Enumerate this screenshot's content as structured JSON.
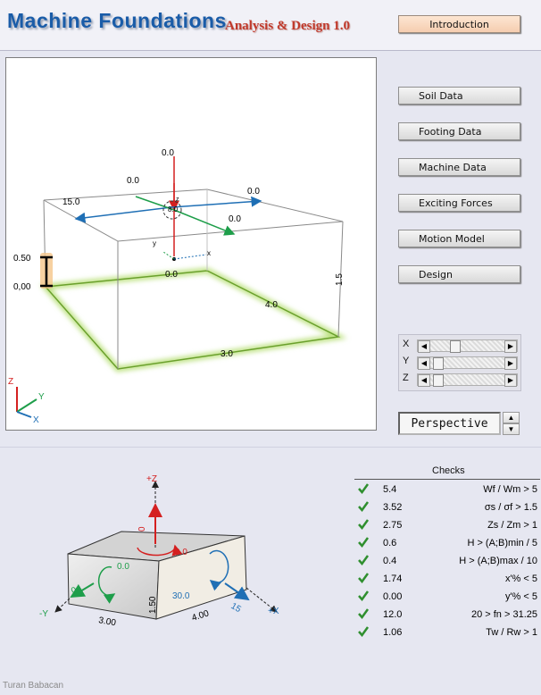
{
  "header": {
    "title": "Machine Foundations",
    "subtitle": "Analysis & Design 1.0",
    "intro_button": "Introduction"
  },
  "menu": [
    {
      "label": "Soil Data"
    },
    {
      "label": "Footing Data"
    },
    {
      "label": "Machine Data"
    },
    {
      "label": "Exciting Forces"
    },
    {
      "label": "Motion Model"
    },
    {
      "label": "Design"
    }
  ],
  "viewport": {
    "top_left_force": "0.0",
    "top_center_force": "0.0",
    "top_right_force": "0.0",
    "left_force": "15.0",
    "right_lower_force": "0.0",
    "centre_value": "0.0",
    "center_small_label": "8.0",
    "height_top_label": "0.50",
    "height_bottom_label": "0,00",
    "depth_label": "1.5",
    "width_label": "4.0",
    "length_label": "3.0",
    "axis_x": "x",
    "axis_y": "y",
    "axis_z": "z",
    "triad_x": "X",
    "triad_y": "Y",
    "triad_z": "Z"
  },
  "scrollbars": [
    {
      "label": "X",
      "value": 0.3
    },
    {
      "label": "Y",
      "value": 0.05
    },
    {
      "label": "Z",
      "value": 0.05
    }
  ],
  "projection": {
    "value": "Perspective"
  },
  "block": {
    "z_label": "+Z",
    "x_label": "+X",
    "y_label": "-Y",
    "vertical_force": "0",
    "top_moment": "0.0",
    "left_force": "0",
    "left_moment": "0.0",
    "right_moment": "30.0",
    "right_force": "15",
    "length_dim": "3.00",
    "width_dim": "4.00",
    "height_dim": "1.50"
  },
  "checks": {
    "title": "Checks",
    "rows": [
      {
        "value": "5.4",
        "criterion": "Wf / Wm > 5"
      },
      {
        "value": "3.52",
        "criterion": "σs / σf > 1.5"
      },
      {
        "value": "2.75",
        "criterion": "Zs / Zm > 1"
      },
      {
        "value": "0.6",
        "criterion": "H > (A;B)min / 5"
      },
      {
        "value": "0.4",
        "criterion": "H > (A;B)max / 10"
      },
      {
        "value": "1.74",
        "criterion": "x'% < 5"
      },
      {
        "value": "0.00",
        "criterion": "y'% < 5"
      },
      {
        "value": "12.0",
        "criterion": "20 > fn > 31.25"
      },
      {
        "value": "1.06",
        "criterion": "Tw / Rw > 1"
      }
    ]
  },
  "footer": {
    "author": "Turan Babacan"
  },
  "colors": {
    "accent": "#1a5ca8",
    "subtitle": "#c0392b",
    "check": "#2f8f2f"
  }
}
